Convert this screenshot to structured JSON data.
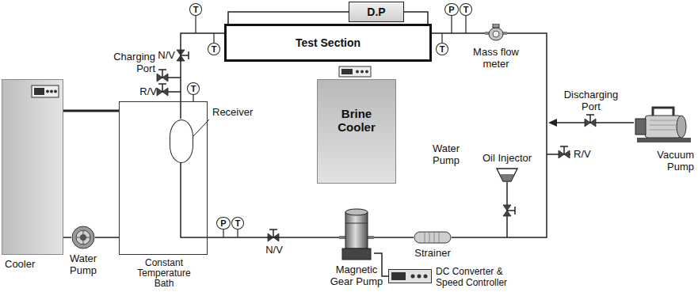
{
  "diagram": {
    "nodes": [
      {
        "text": [
          "D.P"
        ]
      },
      {
        "text": [
          "T"
        ]
      },
      {
        "text": [
          "P"
        ]
      },
      {
        "text": [
          "T"
        ]
      },
      {
        "text": [
          "Test Section"
        ]
      },
      {
        "text": [
          "T"
        ]
      },
      {
        "text": [
          "T"
        ]
      },
      {
        "text": [
          "Mass flow meter"
        ]
      },
      {
        "text": [
          "Brine Cooler"
        ]
      },
      {
        "text": [
          "Vacuum Pump"
        ]
      },
      {
        "text": [
          "Cooler"
        ]
      },
      {
        "text": [
          "Constant Temperature Bath"
        ]
      },
      {
        "text": [
          "Receiver"
        ],
        "in": 11
      },
      {
        "text": [
          "T"
        ]
      },
      {
        "text": [
          "P"
        ]
      },
      {
        "text": [
          "T"
        ]
      },
      {
        "text": [
          "Water Pump"
        ]
      },
      {
        "text": [
          "Magnetic Gear Pump"
        ]
      },
      {
        "text": [
          "Strainer"
        ]
      },
      {
        "text": [
          "DC Converter & Speed Controller"
        ]
      },
      {
        "text": [
          "Oil Injector"
        ]
      }
    ],
    "edges": [
      {
        "from": 0,
        "to": 4,
        "arrow": "none"
      },
      {
        "from": 0,
        "to": 4,
        "arrow": "none"
      },
      {
        "from": 4,
        "to": 7,
        "arrow": "none"
      },
      {
        "from": 7,
        "to": 18,
        "arrow": "none"
      },
      {
        "from": 18,
        "to": 17,
        "arrow": "none"
      },
      {
        "from": 17,
        "to": 11,
        "arrow": "none"
      },
      {
        "from": 4,
        "to": 11,
        "arrow": "none"
      },
      {
        "from": 10,
        "to": 11,
        "arrow": "none"
      },
      {
        "from": 10,
        "to": 16,
        "arrow": "none"
      },
      {
        "from": 16,
        "to": 11,
        "arrow": "none"
      },
      {
        "from": 17,
        "to": 19,
        "arrow": "none"
      }
    ],
    "labels": [
      "N/V",
      "Charging Port",
      "R/V",
      "Discharging Port",
      "R/V",
      "Water Pump",
      "N/V"
    ]
  }
}
